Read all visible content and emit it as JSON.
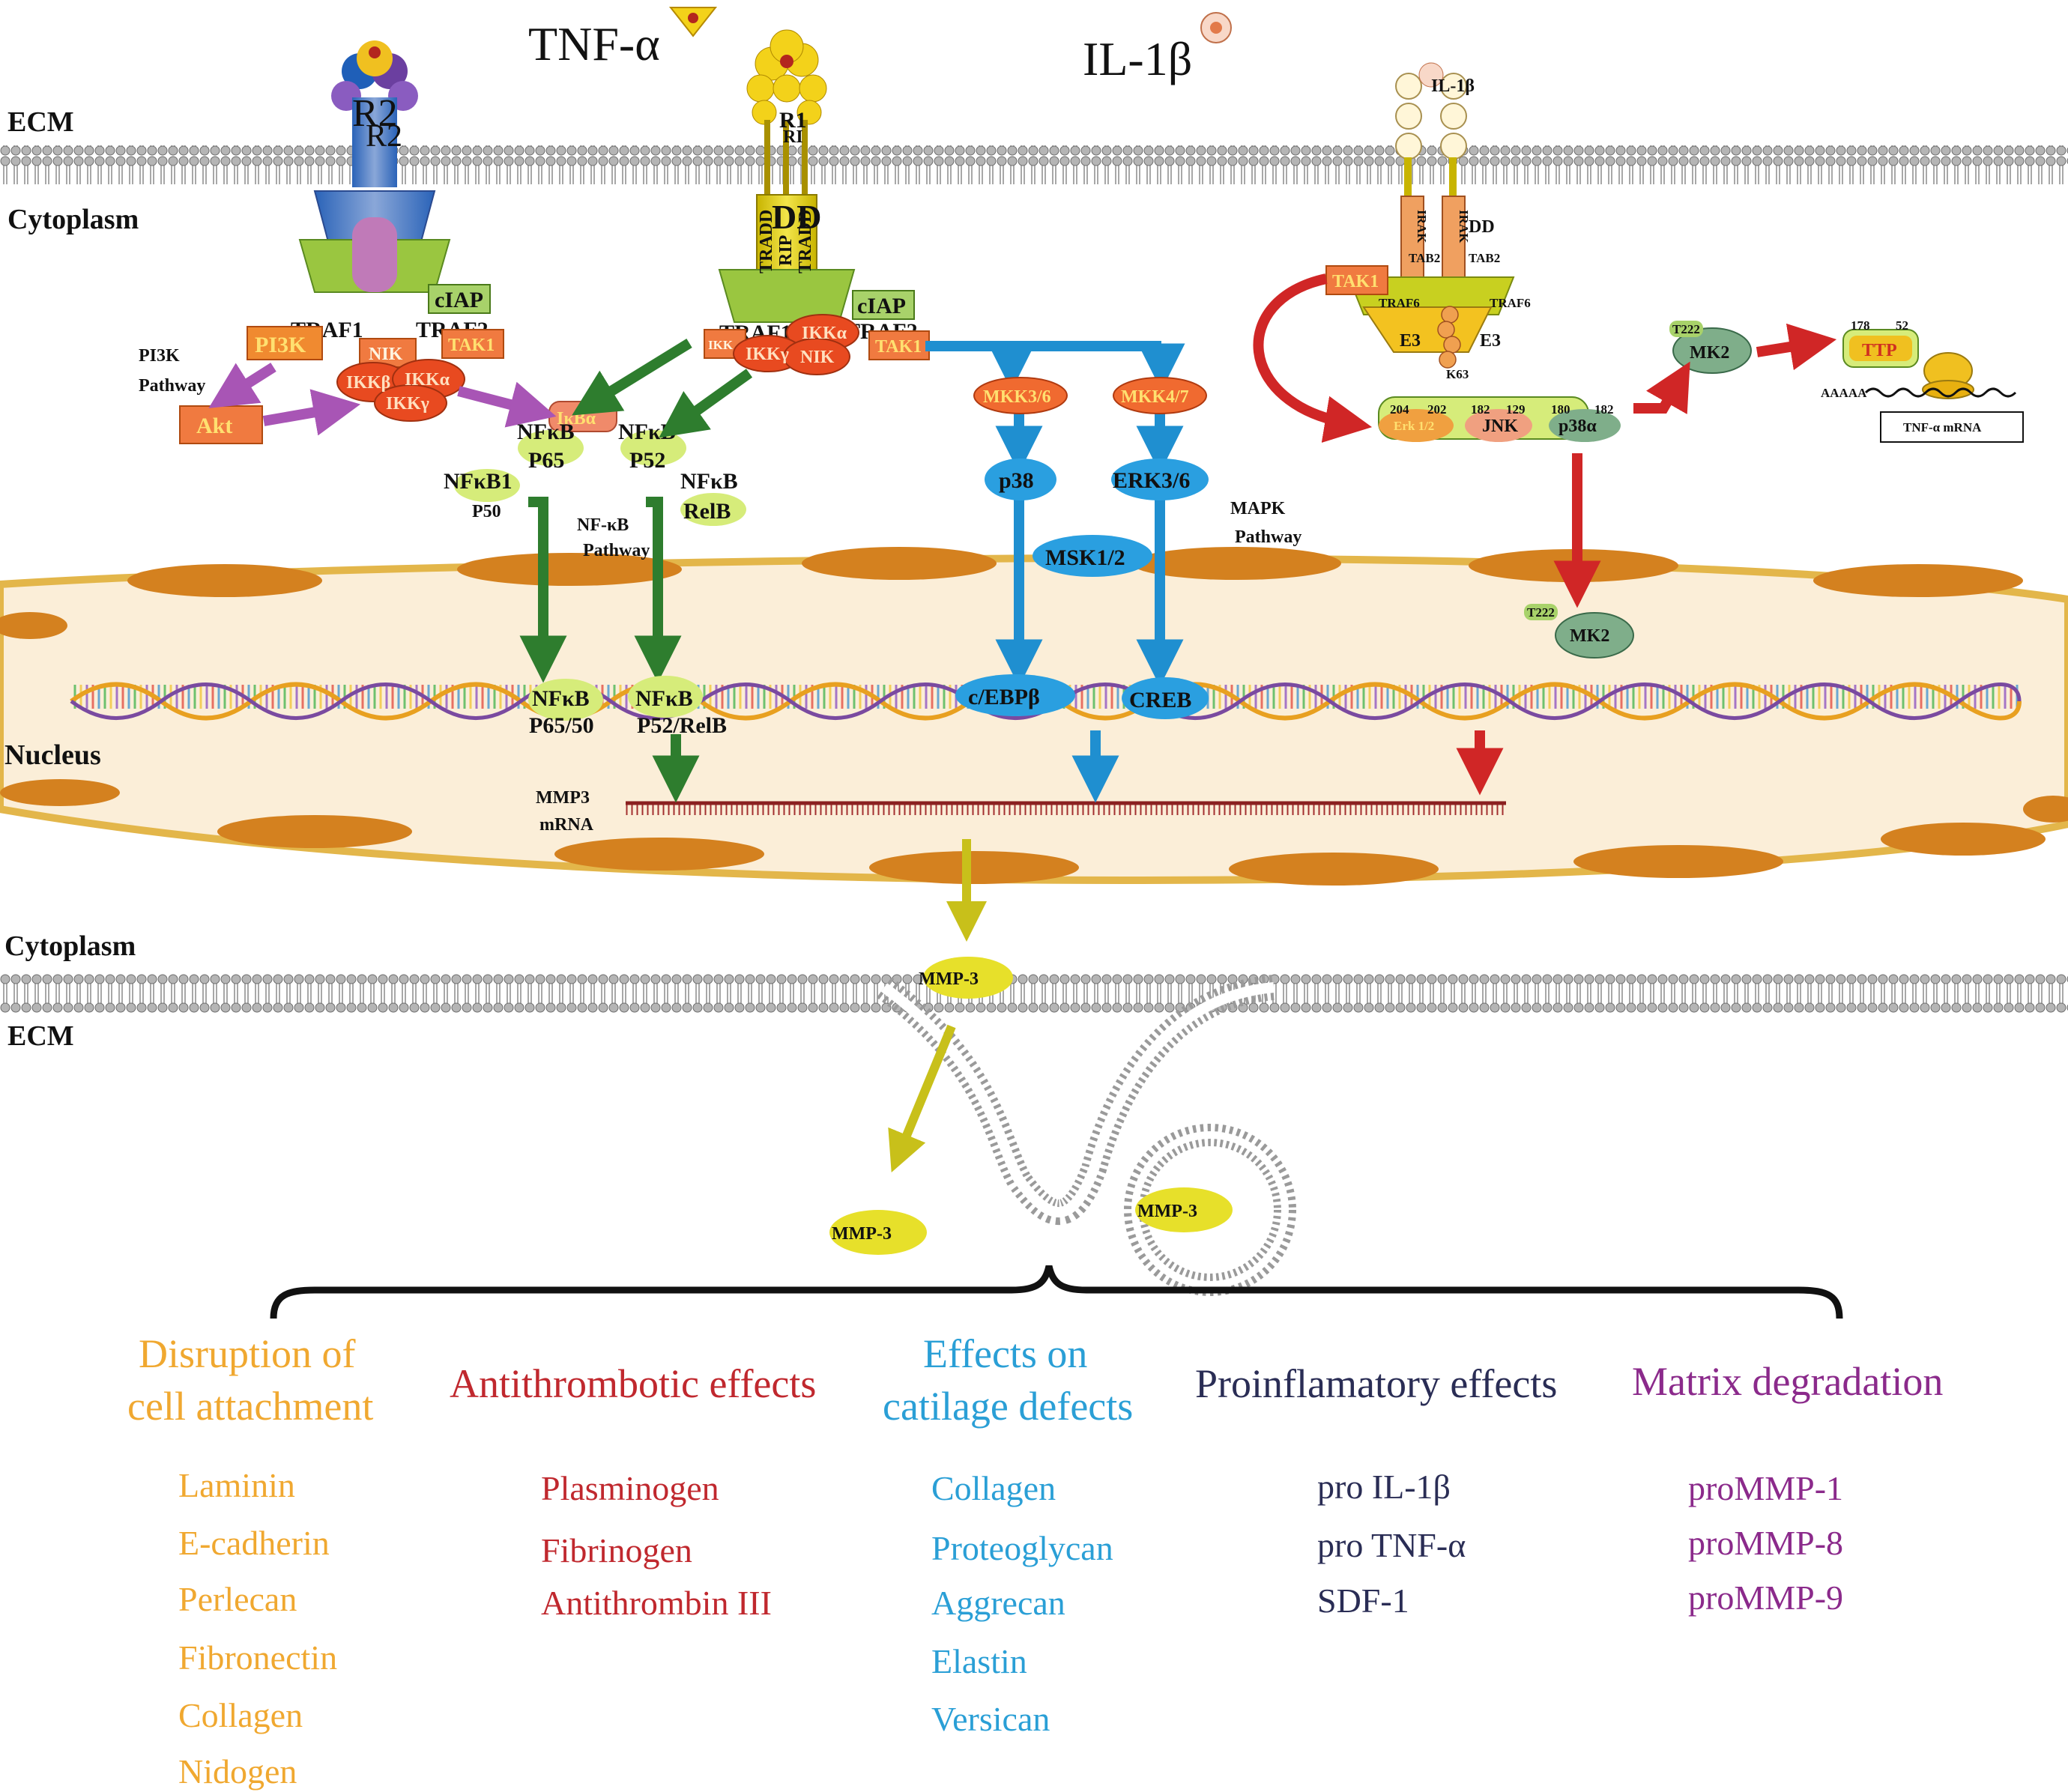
{
  "regions": {
    "ecm_top": "ECM",
    "cytoplasm_top": "Cytoplasm",
    "nucleus": "Nucleus",
    "cytoplasm_bottom": "Cytoplasm",
    "ecm_bottom": "ECM"
  },
  "ligands": {
    "tnf": "TNF-α",
    "il1": "IL-1β",
    "il1_small": "IL-1β"
  },
  "receptors": {
    "r2": "R2",
    "r2b": "R2",
    "r1": "RI",
    "r1b": "R1",
    "dd": "DD"
  },
  "pathways": {
    "pi3k": [
      "PI3K",
      "Pathway"
    ],
    "nfkb": [
      "NF-κB",
      "Pathway"
    ],
    "mapk": [
      "MAPK",
      "Pathway"
    ]
  },
  "molecules": {
    "traf_left": "TRAF1",
    "traf2_left": "TRAF2",
    "ciap_left": "cIAP",
    "pi3k": "PI3K",
    "nik_left": "NIK",
    "tak1_left": "TAK1",
    "akt": "Akt",
    "ikkb": "IKKβ",
    "ikka": "IKKα",
    "ikkg": "IKKγ",
    "ikba": "IκBα",
    "tradd1": "TRADD",
    "rip": "RIP",
    "tradd2": "TRADD",
    "traf_mid": "TRAF1",
    "traf2_mid": "TRAF2",
    "ciap_mid": "cIAP",
    "ikka_mid": "IKKα",
    "ikkg_mid": "IKKγ",
    "nik_mid": "NIK",
    "tak1_mid": "TAK1",
    "ikk_mid": "IKK",
    "nfkb_p65": [
      "NFκB",
      "P65"
    ],
    "nfkb_p52": [
      "NFκB",
      "P52"
    ],
    "nfkb1": "NFκB1",
    "p50": "P50",
    "nfkb_relb": [
      "NFκB",
      "RelB"
    ],
    "mkk36": "MKK3/6",
    "mkk47": "MKK4/7",
    "p38": "p38",
    "erk": "ERK3/6",
    "msk": "MSK1/2",
    "irak1": "IRAK",
    "irak2": "IRAK",
    "tab2a": "TAB2",
    "tab2b": "TAB2",
    "tak1_right": "TAK1",
    "traf6a": "TRAF6",
    "traf6b": "TRAF6",
    "e3a": "E3",
    "e3b": "E3",
    "k63": "K63",
    "erk12": "Erk 1/2",
    "jnk": "JNK",
    "p38a": "p38α",
    "site204": "204",
    "site202": "202",
    "site182a": "182",
    "site129": "129",
    "site180": "180",
    "site182b": "182",
    "mk2": "MK2",
    "site222": "T222",
    "ttp": "TTP",
    "site178": "178",
    "site52": "52",
    "aaaa": "AAAAA",
    "tnf_mrna": "TNF-α mRNA",
    "mk2_nuc": "MK2",
    "site222_nuc": "T222"
  },
  "nuclear": {
    "nfkb_p6550": [
      "NFκB",
      "P65/50"
    ],
    "nfkb_p52relb": [
      "NFκB",
      "P52/RelB"
    ],
    "cebpb": "c/EBPβ",
    "creb": "CREB",
    "mmp3_mrna": [
      "MMP3",
      "mRNA"
    ]
  },
  "secreted": {
    "mmp3_a": "MMP-3",
    "mmp3_b": "MMP-3",
    "mmp3_c": "MMP-3"
  },
  "effects": [
    {
      "title": [
        "Disruption of",
        "cell attachment"
      ],
      "color": "#f0a830",
      "items": [
        "Laminin",
        "E-cadherin",
        "Perlecan",
        "Fibronectin",
        "Collagen",
        "Nidogen"
      ]
    },
    {
      "title": [
        "Antithrombotic effects"
      ],
      "color": "#c0282e",
      "items": [
        "Plasminogen",
        "Fibrinogen",
        "Antithrombin III"
      ]
    },
    {
      "title": [
        "Effects on",
        "catilage defects"
      ],
      "color": "#2a9fd6",
      "items": [
        "Collagen",
        "Proteoglycan",
        "Aggrecan",
        "Elastin",
        "Versican"
      ]
    },
    {
      "title": [
        "Proinflamatory effects"
      ],
      "color": "#2a2d55",
      "items": [
        "pro IL-1β",
        "pro TNF-α",
        "SDF-1"
      ]
    },
    {
      "title": [
        "Matrix degradation"
      ],
      "color": "#8b2a8b",
      "items": [
        "proMMP-1",
        "proMMP-8",
        "proMMP-9"
      ]
    }
  ],
  "colors": {
    "nfkb_arrow": "#2e7d2e",
    "mapk_arrow": "#1f8fd0",
    "il1_arrow": "#d02626",
    "akt_arrow": "#a855b5",
    "secretion_arrow": "#c8c01a",
    "nucleus_fill": "#fbeed8",
    "nuclear_envelope": "#d4811f",
    "membrane": "#8a8a8a"
  }
}
